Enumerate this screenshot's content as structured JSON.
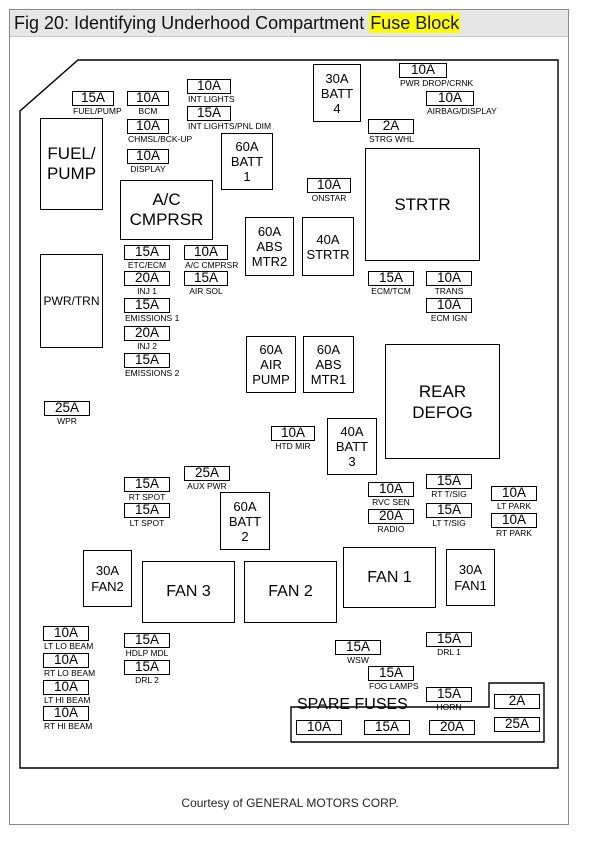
{
  "figure": {
    "title_prefix": "Fig 20: Identifying Underhood Compartment ",
    "title_highlight": "Fuse Block",
    "courtesy": "Courtesy of GENERAL MOTORS CORP."
  },
  "fuses": {
    "fuel_pump_15": {
      "value": "15A",
      "label": "FUEL/PUMP"
    },
    "bcm_10": {
      "value": "10A",
      "label": "BCM"
    },
    "int_lights_10": {
      "value": "10A",
      "label": "INT LIGHTS"
    },
    "int_lights_pnl_dim_15": {
      "value": "15A",
      "label": "INT LIGHTS/PNL DIM"
    },
    "chmsl_bck_up_10": {
      "value": "10A",
      "label": "CHMSL/BCK-UP"
    },
    "display_10": {
      "value": "10A",
      "label": "DISPLAY"
    },
    "pwr_drop_crnk_10": {
      "value": "10A",
      "label": "PWR DROP/CRNK"
    },
    "airbag_display_10": {
      "value": "10A",
      "label": "AIRBAG/DISPLAY"
    },
    "strg_whl_2": {
      "value": "2A",
      "label": "STRG WHL"
    },
    "onstar_10": {
      "value": "10A",
      "label": "ONSTAR"
    },
    "etc_ecm_15": {
      "value": "15A",
      "label": "ETC/ECM"
    },
    "ac_cmprsr_10": {
      "value": "10A",
      "label": "A/C CMPRSR"
    },
    "inj1_20": {
      "value": "20A",
      "label": "INJ 1"
    },
    "air_sol_15": {
      "value": "15A",
      "label": "AIR SOL"
    },
    "emissions1_15": {
      "value": "15A",
      "label": "EMISSIONS 1"
    },
    "inj2_20": {
      "value": "20A",
      "label": "INJ 2"
    },
    "emissions2_15": {
      "value": "15A",
      "label": "EMISSIONS 2"
    },
    "ecm_tcm_15": {
      "value": "15A",
      "label": "ECM/TCM"
    },
    "trans_10": {
      "value": "10A",
      "label": "TRANS"
    },
    "ecm_ign_10": {
      "value": "10A",
      "label": "ECM IGN"
    },
    "wpr_25": {
      "value": "25A",
      "label": "WPR"
    },
    "htd_mir_10": {
      "value": "10A",
      "label": "HTD MIR"
    },
    "rt_spot_15": {
      "value": "15A",
      "label": "RT SPOT"
    },
    "aux_pwr_25": {
      "value": "25A",
      "label": "AUX PWR"
    },
    "lt_spot_15": {
      "value": "15A",
      "label": "LT SPOT"
    },
    "rvc_sen_10": {
      "value": "10A",
      "label": "RVC SEN"
    },
    "radio_20": {
      "value": "20A",
      "label": "RADIO"
    },
    "rt_tsig_15": {
      "value": "15A",
      "label": "RT T/SIG"
    },
    "lt_tsig_15": {
      "value": "15A",
      "label": "LT T/SIG"
    },
    "lt_park_10": {
      "value": "10A",
      "label": "LT PARK"
    },
    "rt_park_10": {
      "value": "10A",
      "label": "RT PARK"
    },
    "lt_lo_beam_10": {
      "value": "10A",
      "label": "LT LO BEAM"
    },
    "rt_lo_beam_10": {
      "value": "10A",
      "label": "RT LO BEAM"
    },
    "lt_hi_beam_10": {
      "value": "10A",
      "label": "LT HI BEAM"
    },
    "rt_hi_beam_10": {
      "value": "10A",
      "label": "RT HI BEAM"
    },
    "hdlp_mdl_15": {
      "value": "15A",
      "label": "HDLP MDL"
    },
    "drl2_15": {
      "value": "15A",
      "label": "DRL 2"
    },
    "wsw_15": {
      "value": "15A",
      "label": "WSW"
    },
    "drl1_15": {
      "value": "15A",
      "label": "DRL 1"
    },
    "fog_lamps_15": {
      "value": "15A",
      "label": "FOG LAMPS"
    },
    "horn_15": {
      "value": "15A",
      "label": "HORN"
    }
  },
  "spares": {
    "title": "SPARE FUSES",
    "items": [
      "10A",
      "15A",
      "20A",
      "2A",
      "25A"
    ]
  },
  "blocks": {
    "batt4": "30A\nBATT\n4",
    "fuel_pump": "FUEL/\nPUMP",
    "batt1": "60A\nBATT\n1",
    "ac_cmprsr": "A/C\nCMPRSR",
    "strtr": "STRTR",
    "abs_mtr2": "60A\nABS\nMTR2",
    "strtr_40": "40A\nSTRTR",
    "pwr_trn": "PWR/TRN",
    "air_pump": "60A\nAIR\nPUMP",
    "abs_mtr1": "60A\nABS\nMTR1",
    "rear_defog": "REAR\nDEFOG",
    "batt3": "40A\nBATT\n3",
    "batt2": "60A\nBATT\n2",
    "fan2_30": "30A\nFAN2",
    "fan3": "FAN 3",
    "fan2": "FAN 2",
    "fan1": "FAN 1",
    "fan1_30": "30A\nFAN1"
  }
}
